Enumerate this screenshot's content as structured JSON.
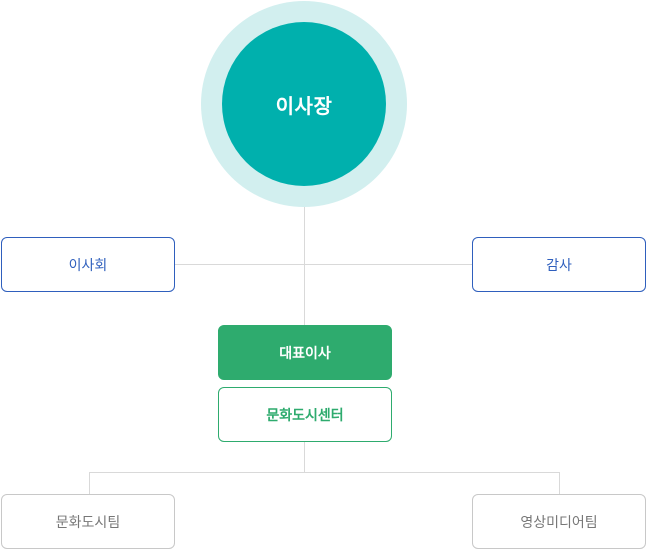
{
  "org_chart": {
    "chairman": {
      "label": "이사장"
    },
    "board": {
      "label": "이사회"
    },
    "auditor": {
      "label": "감사"
    },
    "ceo": {
      "label": "대표이사"
    },
    "center": {
      "label": "문화도시센터"
    },
    "teams": [
      {
        "label": "문화도시팀"
      },
      {
        "label": "영상미디어팀"
      }
    ],
    "colors": {
      "chairman_outer": "#d2efef",
      "chairman_inner": "#00b0ad",
      "board_auditor": "#2f5fbd",
      "ceo": "#2eab6e",
      "center": "#2eab6e",
      "teams": "#c8c8c8",
      "connector": "#d9d9d9"
    }
  }
}
